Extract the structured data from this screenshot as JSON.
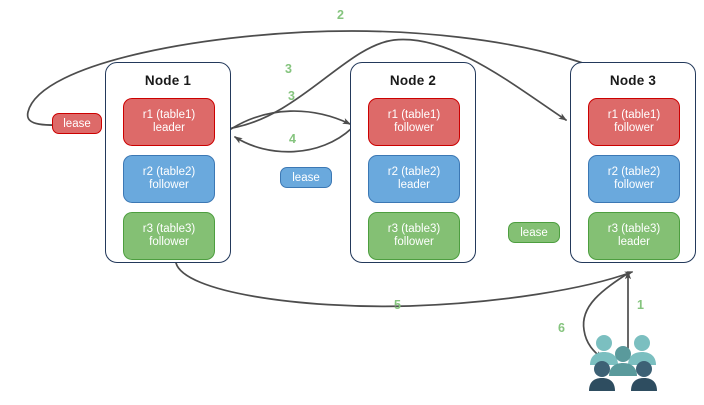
{
  "diagram": {
    "title": "Raft multi-replica lease diagram",
    "colors": {
      "red_fill": "#dd6a69",
      "red_border": "#cc0000",
      "blue_fill": "#6aa9dd",
      "blue_border": "#3c78b4",
      "green_fill": "#84c074",
      "green_border": "#4d9e3f",
      "node_border": "#23395b",
      "arrow": "#4d4d4d",
      "step_label": "#85c47e",
      "users_light": "#7bbfc0",
      "users_mid": "#5a9a9c",
      "users_dark": "#3d6175",
      "users_darkest": "#2e4d60"
    },
    "nodes": [
      {
        "name": "node-1",
        "title": "Node 1",
        "replicas": [
          {
            "name": "replica-r1",
            "line1": "r1 (table1)",
            "line2": "leader",
            "color": "red"
          },
          {
            "name": "replica-r2",
            "line1": "r2 (table2)",
            "line2": "follower",
            "color": "blue"
          },
          {
            "name": "replica-r3",
            "line1": "r3 (table3)",
            "line2": "follower",
            "color": "green"
          }
        ]
      },
      {
        "name": "node-2",
        "title": "Node 2",
        "replicas": [
          {
            "name": "replica-r1",
            "line1": "r1 (table1)",
            "line2": "follower",
            "color": "red"
          },
          {
            "name": "replica-r2",
            "line1": "r2 (table2)",
            "line2": "leader",
            "color": "blue"
          },
          {
            "name": "replica-r3",
            "line1": "r3 (table3)",
            "line2": "follower",
            "color": "green"
          }
        ]
      },
      {
        "name": "node-3",
        "title": "Node 3",
        "replicas": [
          {
            "name": "replica-r1",
            "line1": "r1 (table1)",
            "line2": "follower",
            "color": "red"
          },
          {
            "name": "replica-r2",
            "line1": "r2 (table2)",
            "line2": "follower",
            "color": "blue"
          },
          {
            "name": "replica-r3",
            "line1": "r3 (table3)",
            "line2": "leader",
            "color": "green"
          }
        ]
      }
    ],
    "leases": [
      {
        "name": "lease-badge-red",
        "label": "lease",
        "color": "red"
      },
      {
        "name": "lease-badge-blue",
        "label": "lease",
        "color": "blue"
      },
      {
        "name": "lease-badge-green",
        "label": "lease",
        "color": "green"
      }
    ],
    "steps": [
      {
        "name": "step-label-1",
        "label": "1"
      },
      {
        "name": "step-label-2",
        "label": "2"
      },
      {
        "name": "step-label-3a",
        "label": "3"
      },
      {
        "name": "step-label-3b",
        "label": "3"
      },
      {
        "name": "step-label-4",
        "label": "4"
      },
      {
        "name": "step-label-5",
        "label": "5"
      },
      {
        "name": "step-label-6",
        "label": "6"
      }
    ],
    "actor": {
      "name": "users-group-icon",
      "label": "users"
    }
  }
}
